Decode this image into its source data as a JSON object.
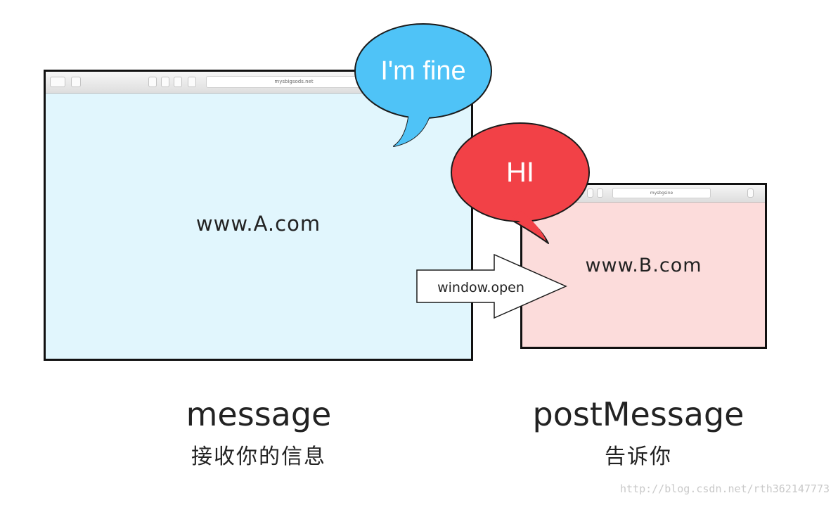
{
  "window_a": {
    "url": "mysbigsods.net",
    "site": "www.A.com"
  },
  "window_b": {
    "url": "mysbgsine",
    "site": "www.B.com"
  },
  "bubble_blue": {
    "text": "I'm fine",
    "color": "#4fc3f7"
  },
  "bubble_red": {
    "text": "HI",
    "color": "#f24147"
  },
  "arrow": {
    "label": "window.open"
  },
  "captions": {
    "left_title": "message",
    "left_subtitle": "接收你的信息",
    "right_title": "postMessage",
    "right_subtitle": "告诉你"
  },
  "watermark": "http://blog.csdn.net/rth362147773"
}
